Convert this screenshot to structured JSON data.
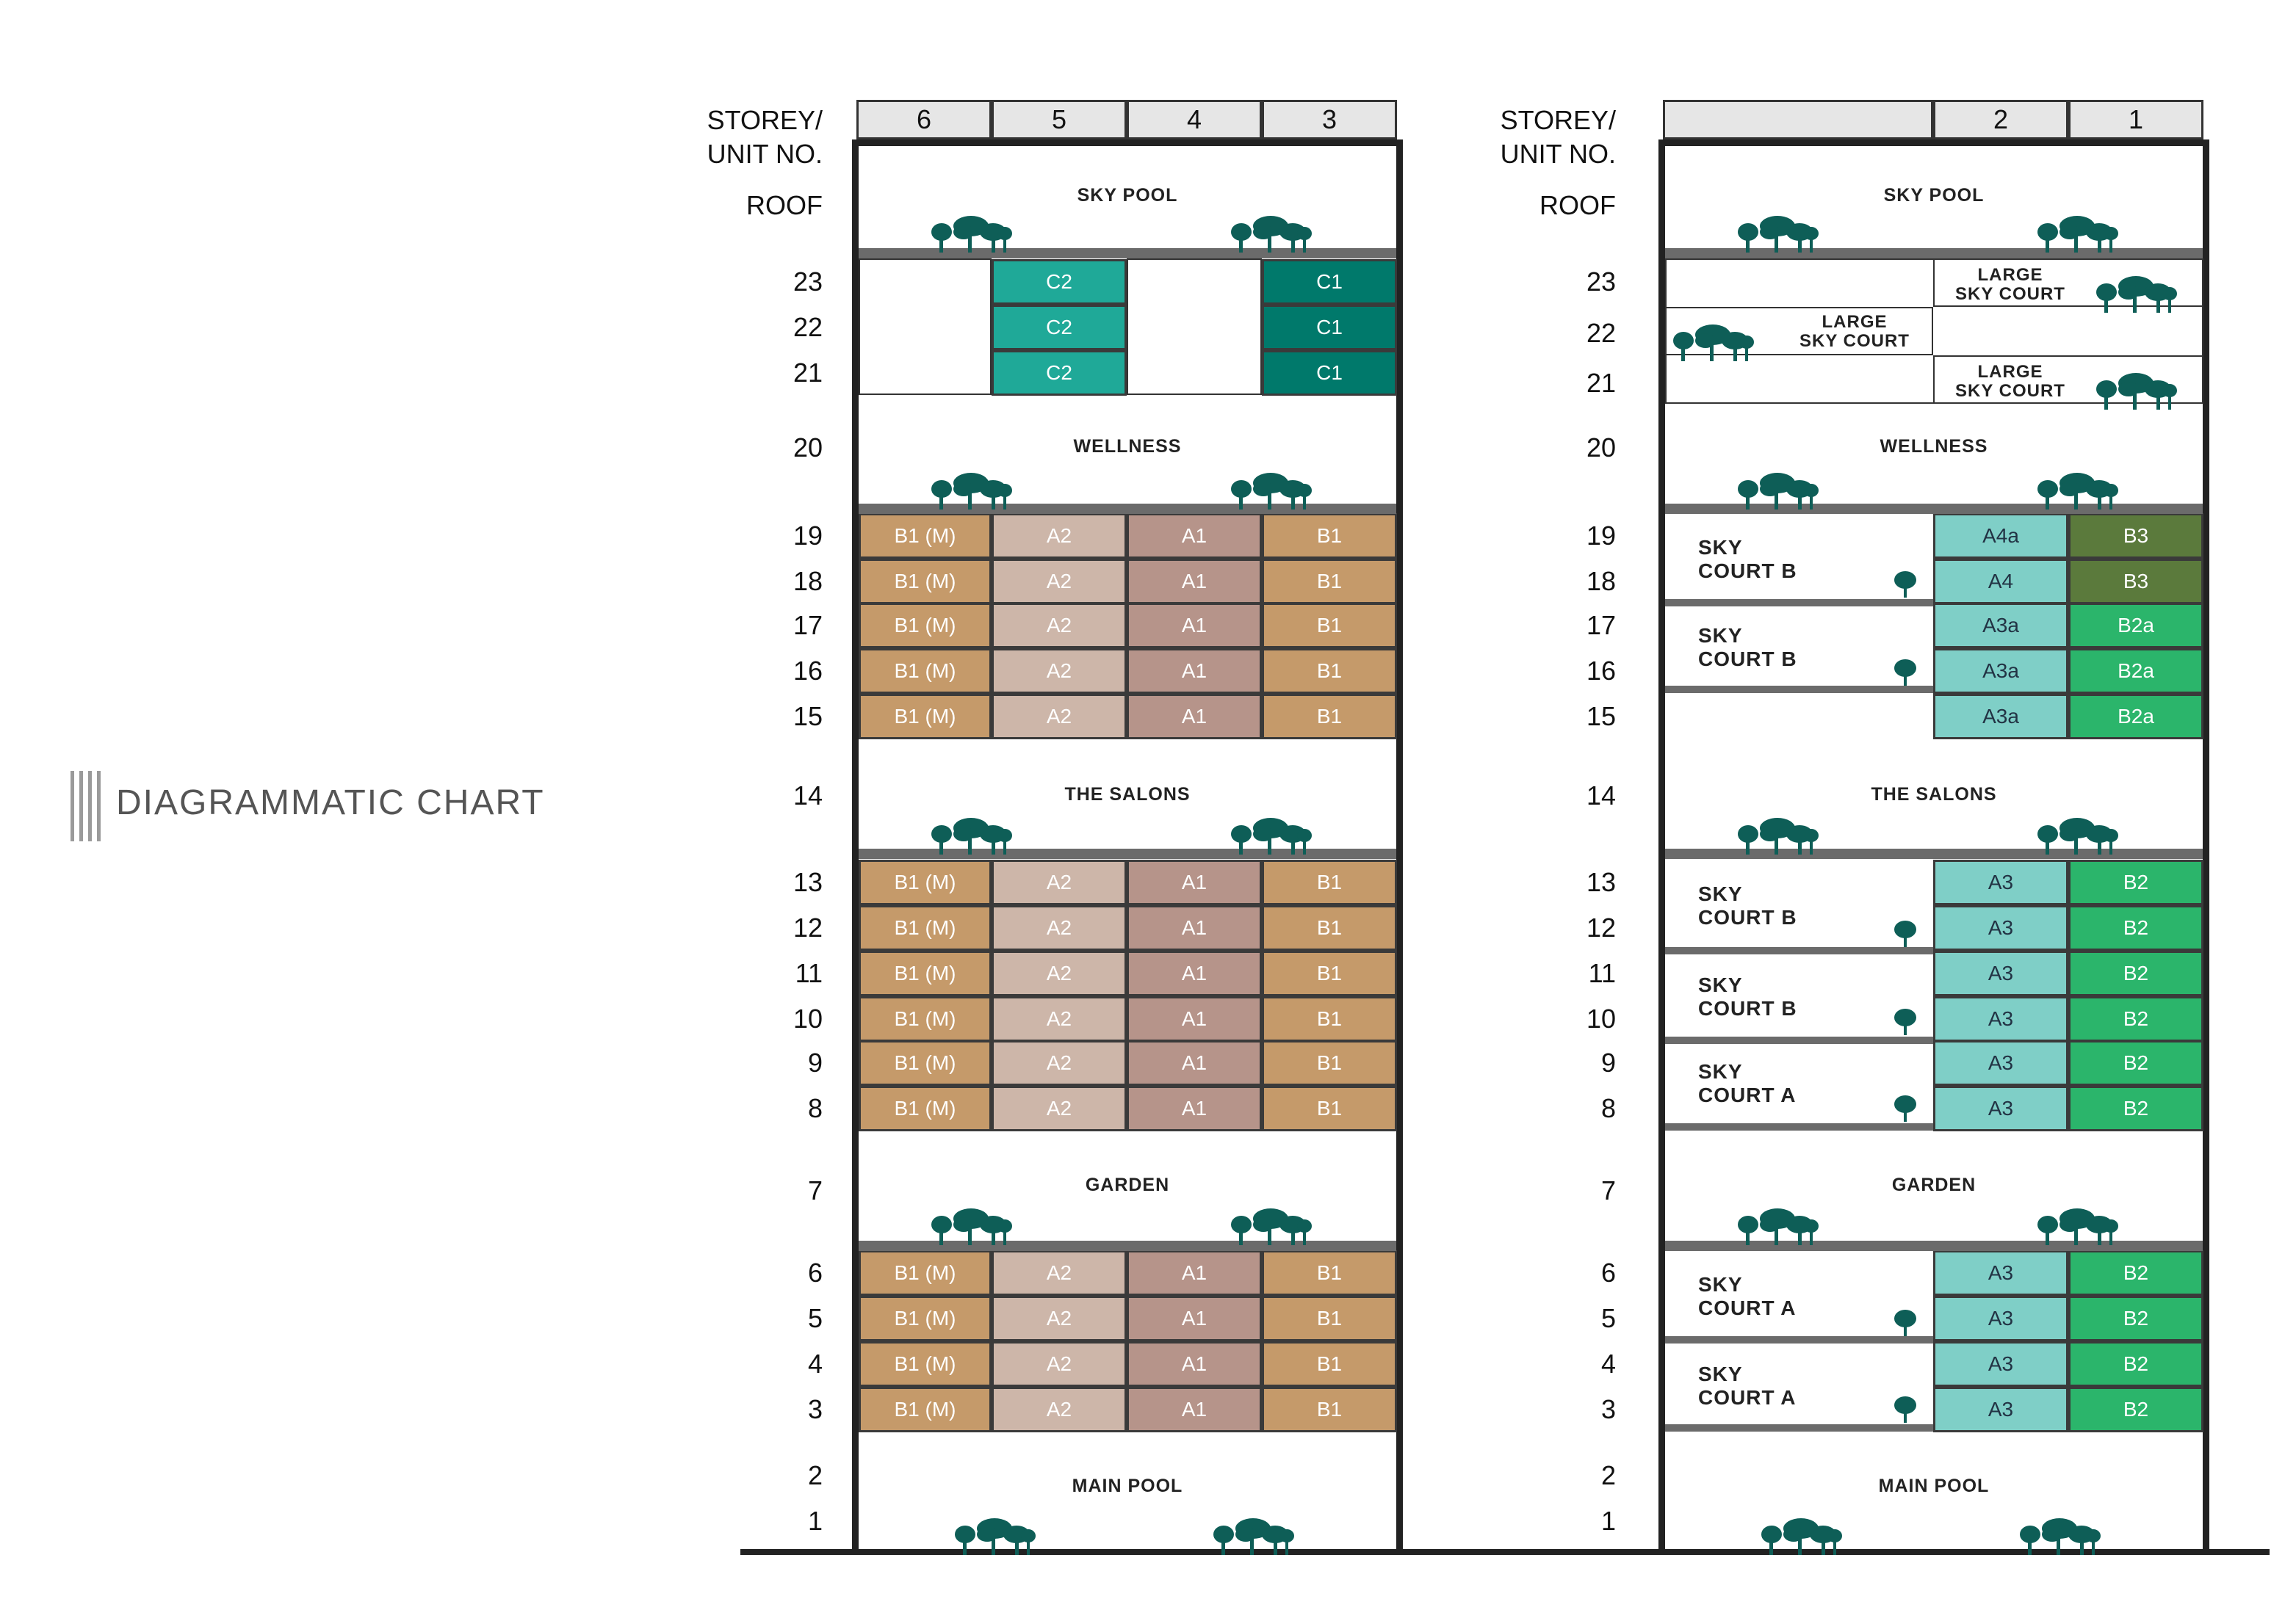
{
  "title": "DIAGRAMMATIC CHART",
  "header_label_line1": "STOREY/",
  "header_label_line2": "UNIT NO.",
  "roof_label": "ROOF",
  "left_tower": {
    "unit_headers": [
      "6",
      "5",
      "4",
      "3"
    ],
    "amenities": {
      "roof": "SKY POOL",
      "s20": "WELLNESS",
      "s14": "THE SALONS",
      "s7": "GARDEN",
      "s1": "MAIN POOL"
    },
    "row_units": [
      "B1 (M)",
      "A2",
      "A1",
      "B1"
    ],
    "penthouse_units": [
      "C2",
      "C1"
    ],
    "colors": {
      "B1M": "#c59a6a",
      "A2": "#cdb6a9",
      "A1": "#b6948a",
      "B1": "#c59a6a",
      "C2": "#1fa998",
      "C1": "#00796b"
    }
  },
  "right_tower": {
    "unit_headers": [
      "",
      "2",
      "1"
    ],
    "amenities": {
      "roof": "SKY POOL",
      "s20": "WELLNESS",
      "s14": "THE SALONS",
      "s7": "GARDEN",
      "s1": "MAIN POOL"
    },
    "large_sky_court_line1": "LARGE",
    "large_sky_court_line2": "SKY COURT",
    "sky_court_line1": "SKY",
    "sky_court_b_line2": "COURT B",
    "sky_court_a_line2": "COURT A",
    "units": {
      "u19_a": "A4a",
      "u19_b": "B3",
      "u18_a": "A4",
      "u18_b": "B3",
      "u_a3a": "A3a",
      "u_b2a": "B2a",
      "u_a3": "A3",
      "u_b2": "B2"
    },
    "colors": {
      "A": "#7fcfc7",
      "B3": "#5b7a3c",
      "B2": "#2bb56b"
    }
  },
  "storeys_top": [
    "23",
    "22",
    "21",
    "20",
    "19",
    "18",
    "17",
    "16",
    "15",
    "14",
    "13",
    "12",
    "11",
    "10",
    "9",
    "8",
    "7",
    "6",
    "5",
    "4",
    "3",
    "2",
    "1"
  ]
}
